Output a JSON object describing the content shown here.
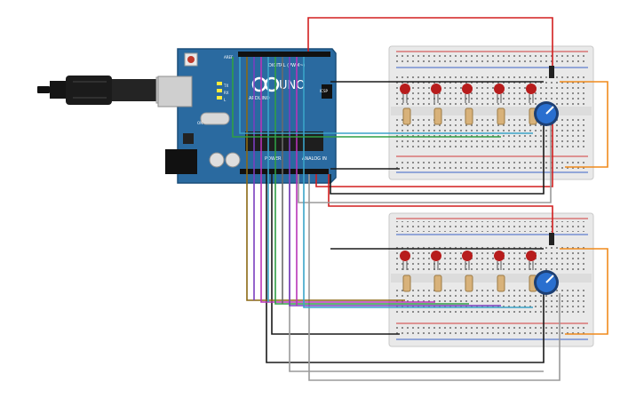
{
  "arduino": {
    "brand_text": "UNO",
    "logo_text": "ARDUINO",
    "digital_label": "DIGITAL (PWM~)",
    "analog_label": "ANALOG IN",
    "power_label": "POWER",
    "icsp_label": "ICSP",
    "aref_label": "AREF",
    "tx_label": "TX",
    "rx_label": "RX",
    "on_label": "ON",
    "l_label": "L"
  },
  "colors": {
    "board": "#2a6aa0",
    "breadboard": "#e9e9e9",
    "rail_red": "#d13a3a",
    "rail_blue": "#3a64c8",
    "led": "#b71c1c",
    "pot": "#2a6fcf",
    "wire_red": "#d21f1f",
    "wire_black": "#1a1a1a",
    "wire_gray": "#9a9a9a",
    "wire_orange": "#f08a1c"
  }
}
